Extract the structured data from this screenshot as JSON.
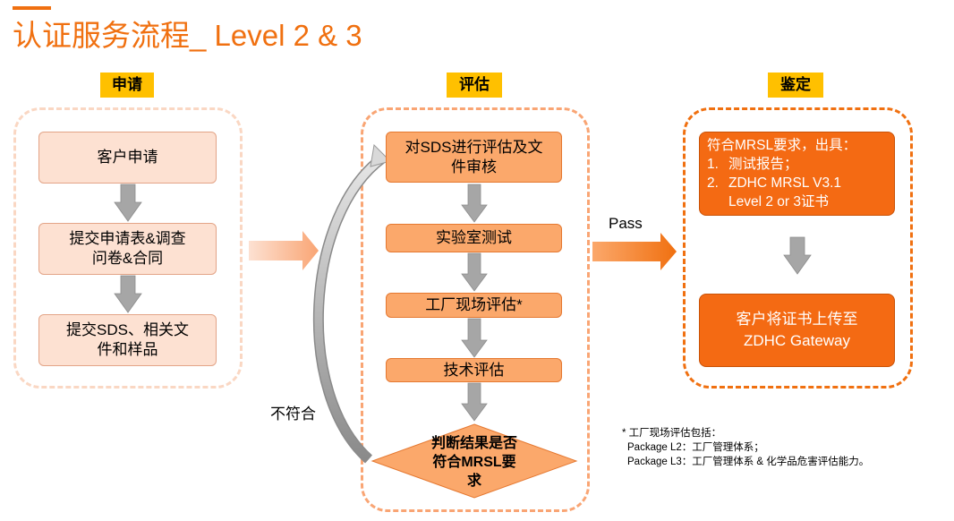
{
  "title": "认证服务流程_ Level 2  &  3",
  "columns": {
    "apply": {
      "header": "申请",
      "steps": [
        "客户申请",
        "提交申请表&调查问卷&合同",
        "提交SDS、相关文件和样品"
      ]
    },
    "evaluate": {
      "header": "评估",
      "steps": [
        "对SDS进行评估及文件审核",
        "实验室测试",
        "工厂现场评估*",
        "技术评估"
      ],
      "decision": "判断结果是否符合MRSL要求"
    },
    "certify": {
      "header": "鉴定",
      "requirement": {
        "line1": "符合MRSL要求，出具：",
        "item1_num": "1.",
        "item1": "测试报告；",
        "item2_num": "2.",
        "item2_line1": "ZDHC MRSL V3.1",
        "item2_line2": "Level 2 or 3证书"
      },
      "upload": "客户将证书上传至ZDHC Gateway"
    }
  },
  "labels": {
    "pass": "Pass",
    "fail": "不符合"
  },
  "footnote": {
    "line1": "* 工厂现场评估包括：",
    "line2": "Package L2：工厂管理体系；",
    "line3": "Package L3：工厂管理体系 & 化学品危害评估能力。"
  },
  "colors": {
    "accent": "#F07010",
    "header_bg": "#FFC000",
    "apply_box": "#FDE1D2",
    "evaluate_box": "#FBA86B",
    "certify_box": "#F46A13"
  }
}
